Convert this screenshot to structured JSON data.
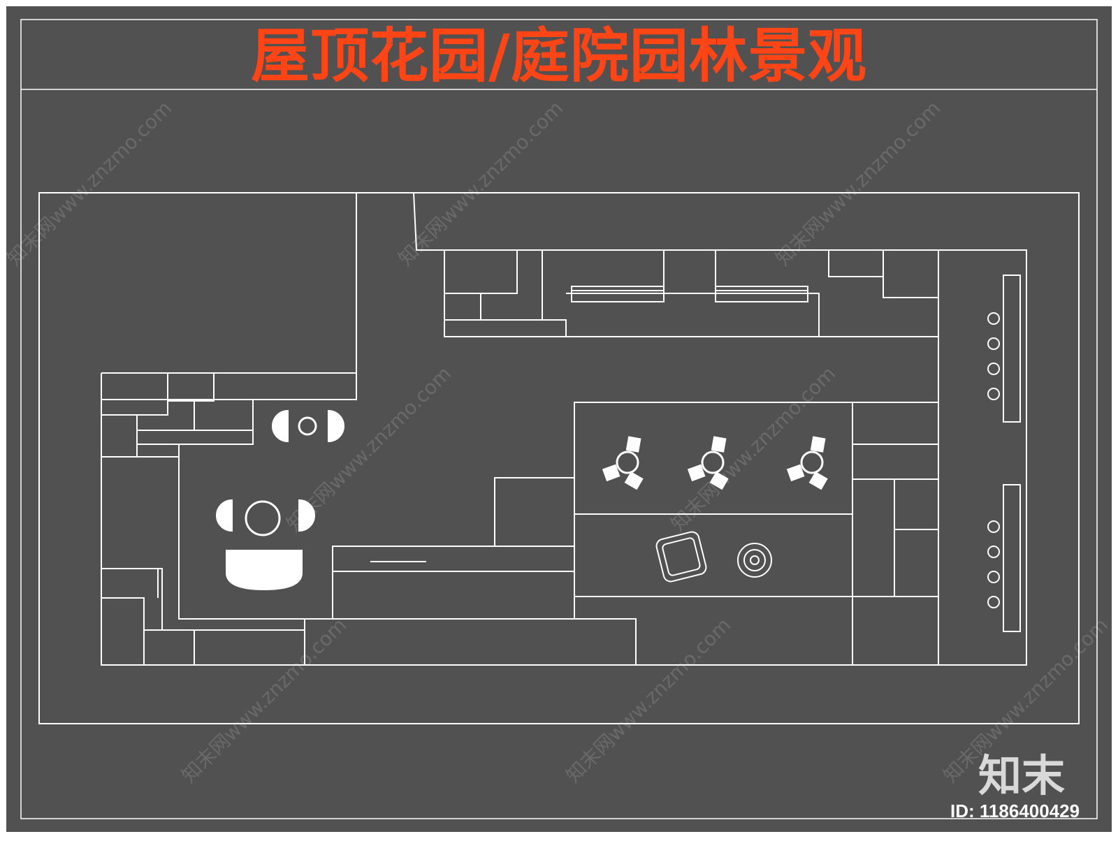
{
  "title": "屋顶花园/庭院园林景观",
  "brand": "知末",
  "image_id": "ID: 1186400429",
  "watermark": "知末网www.znzmo.com",
  "colors": {
    "background": "#515151",
    "outer_frame": "#ffffff",
    "line": "#ffffff",
    "title": "#ff4416",
    "watermark": "rgba(255,255,255,0.14)"
  }
}
